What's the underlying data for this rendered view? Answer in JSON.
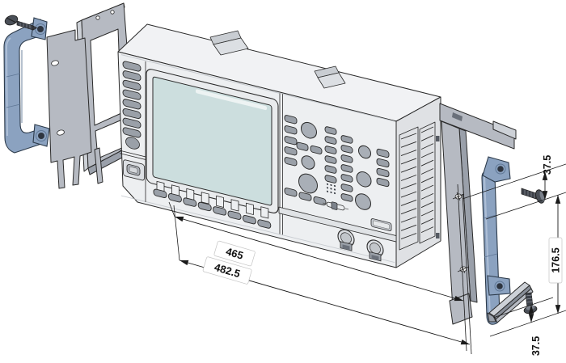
{
  "diagram": {
    "dimension_labels": {
      "width_front": "465",
      "width_overall": "482.5",
      "offset_top": "37.5",
      "height_mid": "176.5",
      "offset_bottom": "37.5"
    },
    "front_panel": {
      "menu_buttons": 8,
      "softkeys": 8,
      "knobs": 6,
      "control_button_columns": [
        5,
        6,
        7,
        4
      ],
      "extra_buttons": 5,
      "bnc_connectors": 2,
      "keypad_dots": 9,
      "vent_slats_per_band": 13
    },
    "colors": {
      "outline": "#2a2a2a",
      "dim": "#1a1a1a",
      "label_bg": "#ffffff",
      "body": "#edeff1",
      "body_side": "#dfe1e4",
      "body_top": "#f1f2f4",
      "recess": "#dcdfe3",
      "screen": "#ccdede",
      "screen_glare": "#edf3f3",
      "control": "#9aa0a8",
      "knob": "#a9afb7",
      "handle": "#8ba2c0",
      "handle_dark": "#5f7795",
      "handle_light": "#aebfd6",
      "bracket": "#b6bac2",
      "bracket_dark": "#9aa0aa",
      "bracket_light": "#cdd1d7",
      "screw": "#3c4048",
      "screw_head": "#4a4f57"
    }
  }
}
